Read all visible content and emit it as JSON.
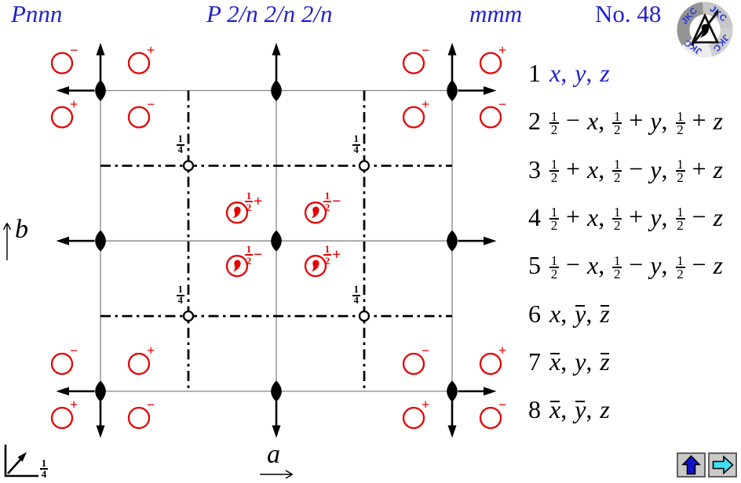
{
  "header": {
    "short_symbol": "Pnnn",
    "full_symbol": "P 2/n 2/n 2/n",
    "point_group": "mmm",
    "number_label": "No. 48",
    "logo_text": "JKC"
  },
  "colors": {
    "accent_blue": "#2222cc",
    "symbol_red": "#e60000"
  },
  "axes": {
    "horizontal": "a",
    "vertical": "b",
    "scale_fraction": {
      "num": "1",
      "den": "4"
    }
  },
  "diagram": {
    "corner_signs": {
      "top_left": [
        "−",
        "+",
        "+",
        "−"
      ],
      "top_right": [
        "−",
        "+",
        "+",
        "−"
      ],
      "bottom_left": [
        "−",
        "+",
        "+",
        "−"
      ],
      "bottom_right": [
        "−",
        "+",
        "+",
        "−"
      ]
    },
    "center_labels": [
      {
        "num": "1",
        "den": "2",
        "sign": "+"
      },
      {
        "num": "1",
        "den": "2",
        "sign": "−"
      },
      {
        "num": "1",
        "den": "2",
        "sign": "−"
      },
      {
        "num": "1",
        "den": "2",
        "sign": "+"
      }
    ],
    "quarter_labels": [
      {
        "num": "1",
        "den": "4"
      },
      {
        "num": "1",
        "den": "4"
      },
      {
        "num": "1",
        "den": "4"
      },
      {
        "num": "1",
        "den": "4"
      }
    ]
  },
  "positions": {
    "rows": [
      {
        "num": "1",
        "coords": "x, y, z",
        "blue": true
      },
      {
        "num": "2",
        "coords": "1/2 − x, 1/2 + y, 1/2 + z",
        "blue": false
      },
      {
        "num": "3",
        "coords": "1/2 + x, 1/2 − y, 1/2 + z",
        "blue": false
      },
      {
        "num": "4",
        "coords": "1/2 + x, 1/2 + y, 1/2 − z",
        "blue": false
      },
      {
        "num": "5",
        "coords": "1/2 − x, 1/2 − y, 1/2 − z",
        "blue": false
      },
      {
        "num": "6",
        "coords": "x, ~y, ~z",
        "blue": false
      },
      {
        "num": "7",
        "coords": "~x, y, ~z",
        "blue": false
      },
      {
        "num": "8",
        "coords": "~x, ~y, z",
        "blue": false
      }
    ]
  }
}
